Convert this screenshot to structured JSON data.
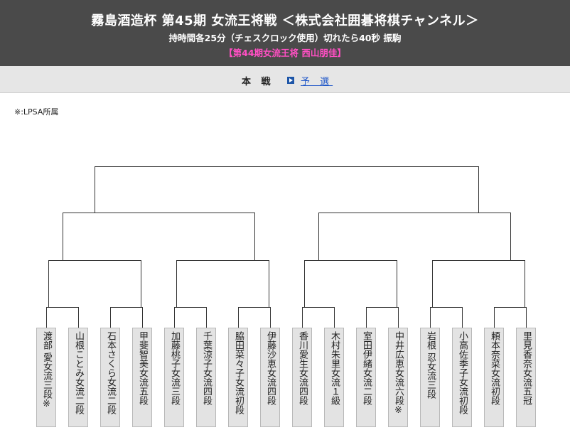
{
  "header": {
    "title": "霧島酒造杯 第45期 女流王将戦 ＜株式会社囲碁将棋チャンネル＞",
    "subtitle": "持時間各25分（チェスクロック使用）切れたら40秒 振駒",
    "holder": "【第44期女流王将 西山朋佳】",
    "bg_color": "#4a4a4a",
    "holder_color": "#ff4fc3"
  },
  "nav": {
    "current": "本 戦",
    "link": "予 選",
    "link_icon": "arrow-right-icon"
  },
  "note": "※:LPSA所属",
  "players": [
    "渡部 愛女流三段※",
    "山根ことみ女流二段",
    "石本さくら女流二段",
    "甲斐智美女流五段",
    "加藤桃子女流三段",
    "千葉涼子女流四段",
    "脇田菜々子女流初段",
    "伊藤沙恵女流四段",
    "香川愛生女流四段",
    "木村朱里女流１級",
    "室田伊緒女流二段",
    "中井広恵女流六段※",
    "岩根 忍女流三段",
    "小高佐季子女流初段",
    "頼本奈菜女流初段",
    "里見香奈女流五冠"
  ]
}
